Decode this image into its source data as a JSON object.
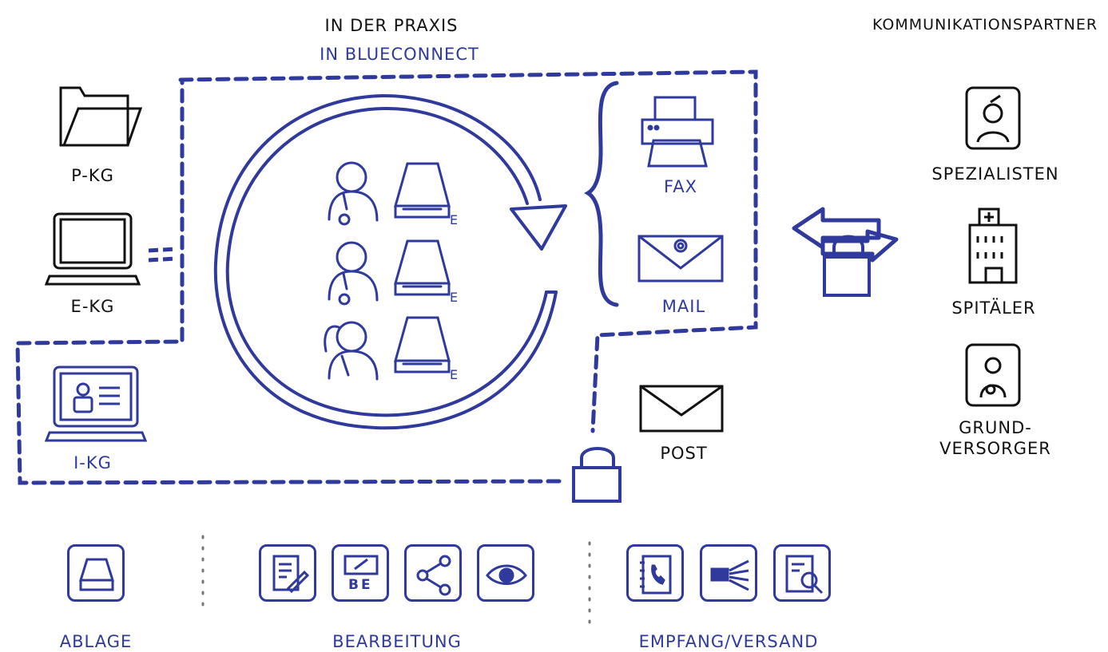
{
  "header": {
    "praxis": "IN DER PRAXIS",
    "blueconnect": "IN BLUECONNECT",
    "partners": "KOMMUNIKATIONSPARTNER"
  },
  "records": {
    "paper": "P-KG",
    "electronic": "E-KG",
    "integrated": "I-KG"
  },
  "inbox_marker": "E",
  "channels": {
    "fax": "FAX",
    "mail": "MAIL",
    "post": "POST"
  },
  "partners": {
    "specialists": "SPEZIALISTEN",
    "hospitals": "SPITÄLER",
    "gp_line1": "GRUND-",
    "gp_line2": "VERSORGER"
  },
  "toolbar": {
    "ablage": "ABLAGE",
    "bearbeitung": "BEARBEITUNG",
    "empfang": "EMPFANG/VERSAND",
    "be_text": "BE"
  },
  "colors": {
    "blue": "#2f3a9c",
    "ink": "#111111"
  }
}
